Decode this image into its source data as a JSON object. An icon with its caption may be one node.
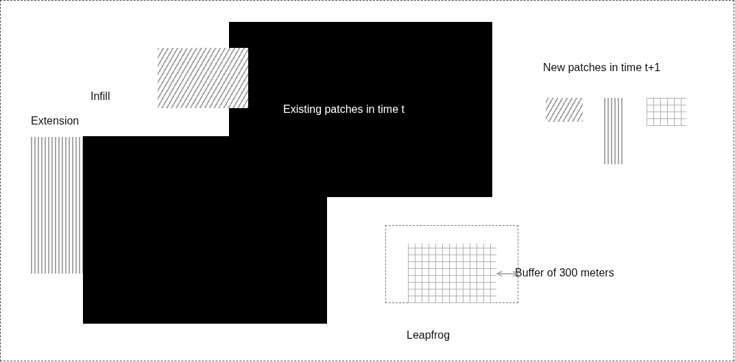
{
  "diagram": {
    "nodes": [
      {
        "text": [],
        "shape": "box"
      },
      {
        "text": [
          "Existing patches in time t"
        ]
      },
      {
        "text": [],
        "shape": "box"
      },
      {
        "text": [],
        "shape": "box"
      },
      {
        "text": [],
        "shape": "box",
        "in": 3
      }
    ],
    "edges": [
      {
        "from": 4,
        "to": 3,
        "arrow": "both"
      }
    ],
    "labels": [
      "New patches in time t+1",
      "Infill",
      "Extension",
      "Buffer of 300 meters",
      "Leapfrog"
    ]
  }
}
